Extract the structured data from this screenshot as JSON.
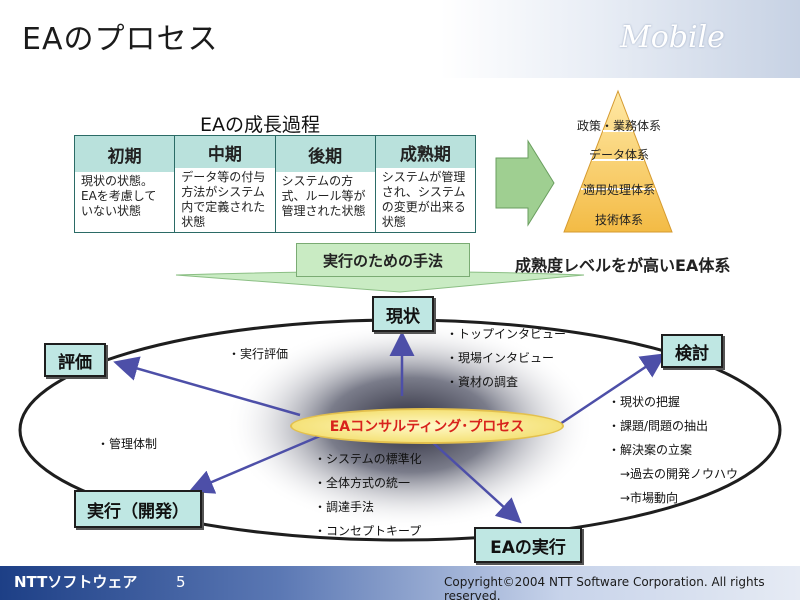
{
  "title": "EAのプロセス",
  "watermark": "Mobile",
  "growth": {
    "title": "EAの成長過程",
    "stages": [
      {
        "head": "初期",
        "body": "現状の状態。EAを考慮していない状態"
      },
      {
        "head": "中期",
        "body": "データ等の付与方法がシステム内で定義された状態"
      },
      {
        "head": "後期",
        "body": "システムの方式、ルール等が管理された状態"
      },
      {
        "head": "成熟期",
        "body": "システムが管理され、システムの変更が出来る状態"
      }
    ]
  },
  "pyramid": {
    "levels": [
      "政策・業務体系",
      "データ体系",
      "適用処理体系",
      "技術体系"
    ],
    "caption": "成熟度レベルをが高いEA体系"
  },
  "method_label": "実行のための手法",
  "center_label": "EAコンサルティング･プロセス",
  "nodes": {
    "current": "現状",
    "evaluation": "評価",
    "review": "検討",
    "execution": "実行（開発）",
    "ea_execution": "EAの実行"
  },
  "lists": {
    "current": [
      "・トップインタビュー",
      "・現場インタビュー",
      "・資材の調査"
    ],
    "evaluation": [
      "・実行評価"
    ],
    "management": [
      "・管理体制"
    ],
    "review": [
      "・現状の把握",
      "・課題/問題の抽出",
      "・解決案の立案",
      "　→過去の開発ノウハウ",
      "　→市場動向"
    ],
    "standard": [
      "・システムの標準化",
      "・全体方式の統一",
      "・調達手法",
      "・コンセプトキープ"
    ]
  },
  "colors": {
    "node_fill": "#bfe7e3",
    "pyramid": "#f7c95a",
    "arrow": "#4d4fa8",
    "center_text": "#d8231c",
    "footer": "#1d3f86"
  },
  "footer": {
    "logo": "NTTソフトウェア",
    "page": "5",
    "copyright": "Copyright©2004 NTT Software Corporation. All rights reserved."
  }
}
